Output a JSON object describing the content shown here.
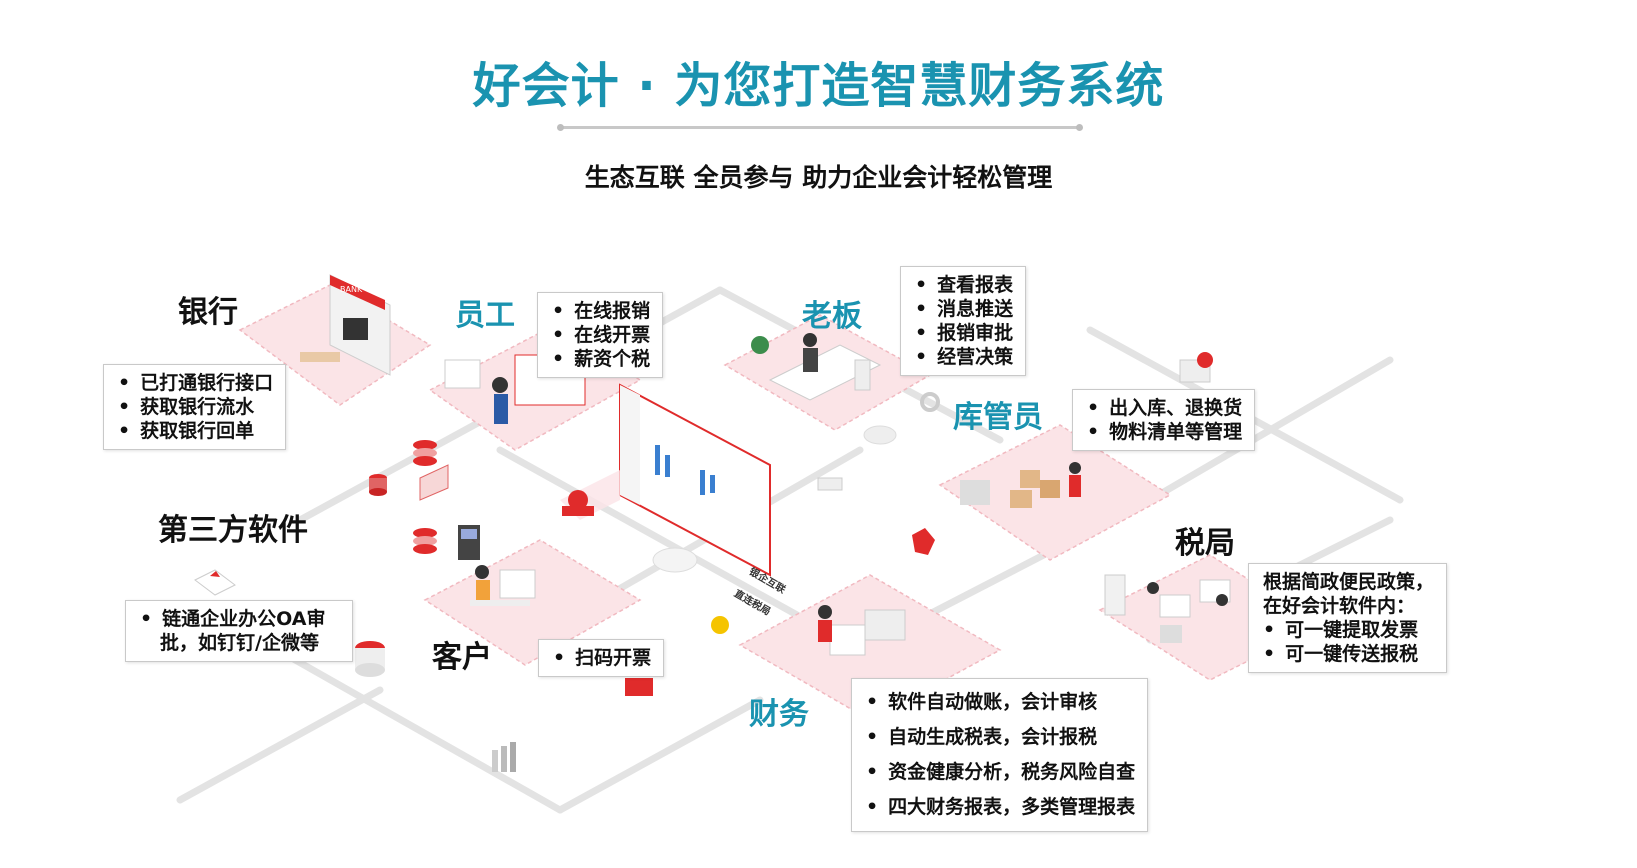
{
  "header": {
    "title": "好会计 · 为您打造智慧财务系统",
    "subtitle": "生态互联 全员参与 助力企业会计轻松管理"
  },
  "nodes": {
    "bank": {
      "label": "银行",
      "items": [
        "已打通银行接口",
        "获取银行流水",
        "获取银行回单"
      ],
      "sign": "BANK"
    },
    "employee": {
      "label": "员工",
      "items": [
        "在线报销",
        "在线开票",
        "薪资个税"
      ]
    },
    "boss": {
      "label": "老板",
      "items": [
        "查看报表",
        "消息推送",
        "报销审批",
        "经营决策"
      ]
    },
    "warehouse": {
      "label": "库管员",
      "items": [
        "出入库、退换货",
        "物料清单等管理"
      ]
    },
    "third_party": {
      "label": "第三方软件",
      "items": [
        "链通企业办公OA审批，如钉钉/企微等"
      ]
    },
    "tax_bureau": {
      "label": "税局",
      "intro": [
        "根据简政便民政策，",
        "在好会计软件内："
      ],
      "items": [
        "可一键提取发票",
        "可一键传送报税"
      ]
    },
    "customer": {
      "label": "客户",
      "items": [
        "扫码开票"
      ]
    },
    "finance": {
      "label": "财务",
      "items": [
        "软件自动做账，会计审核",
        "自动生成税表，会计报税",
        "资金健康分析，税务风险自查",
        "四大财务报表，多类管理报表"
      ]
    }
  },
  "connectors": {
    "bank_direct": "银企互联",
    "tax_direct": "直连税局"
  },
  "colors": {
    "title": "#1a93b0",
    "accent_red": "#e02b2b",
    "platform": "#fbe3e6",
    "line": "#d9d9d9"
  }
}
